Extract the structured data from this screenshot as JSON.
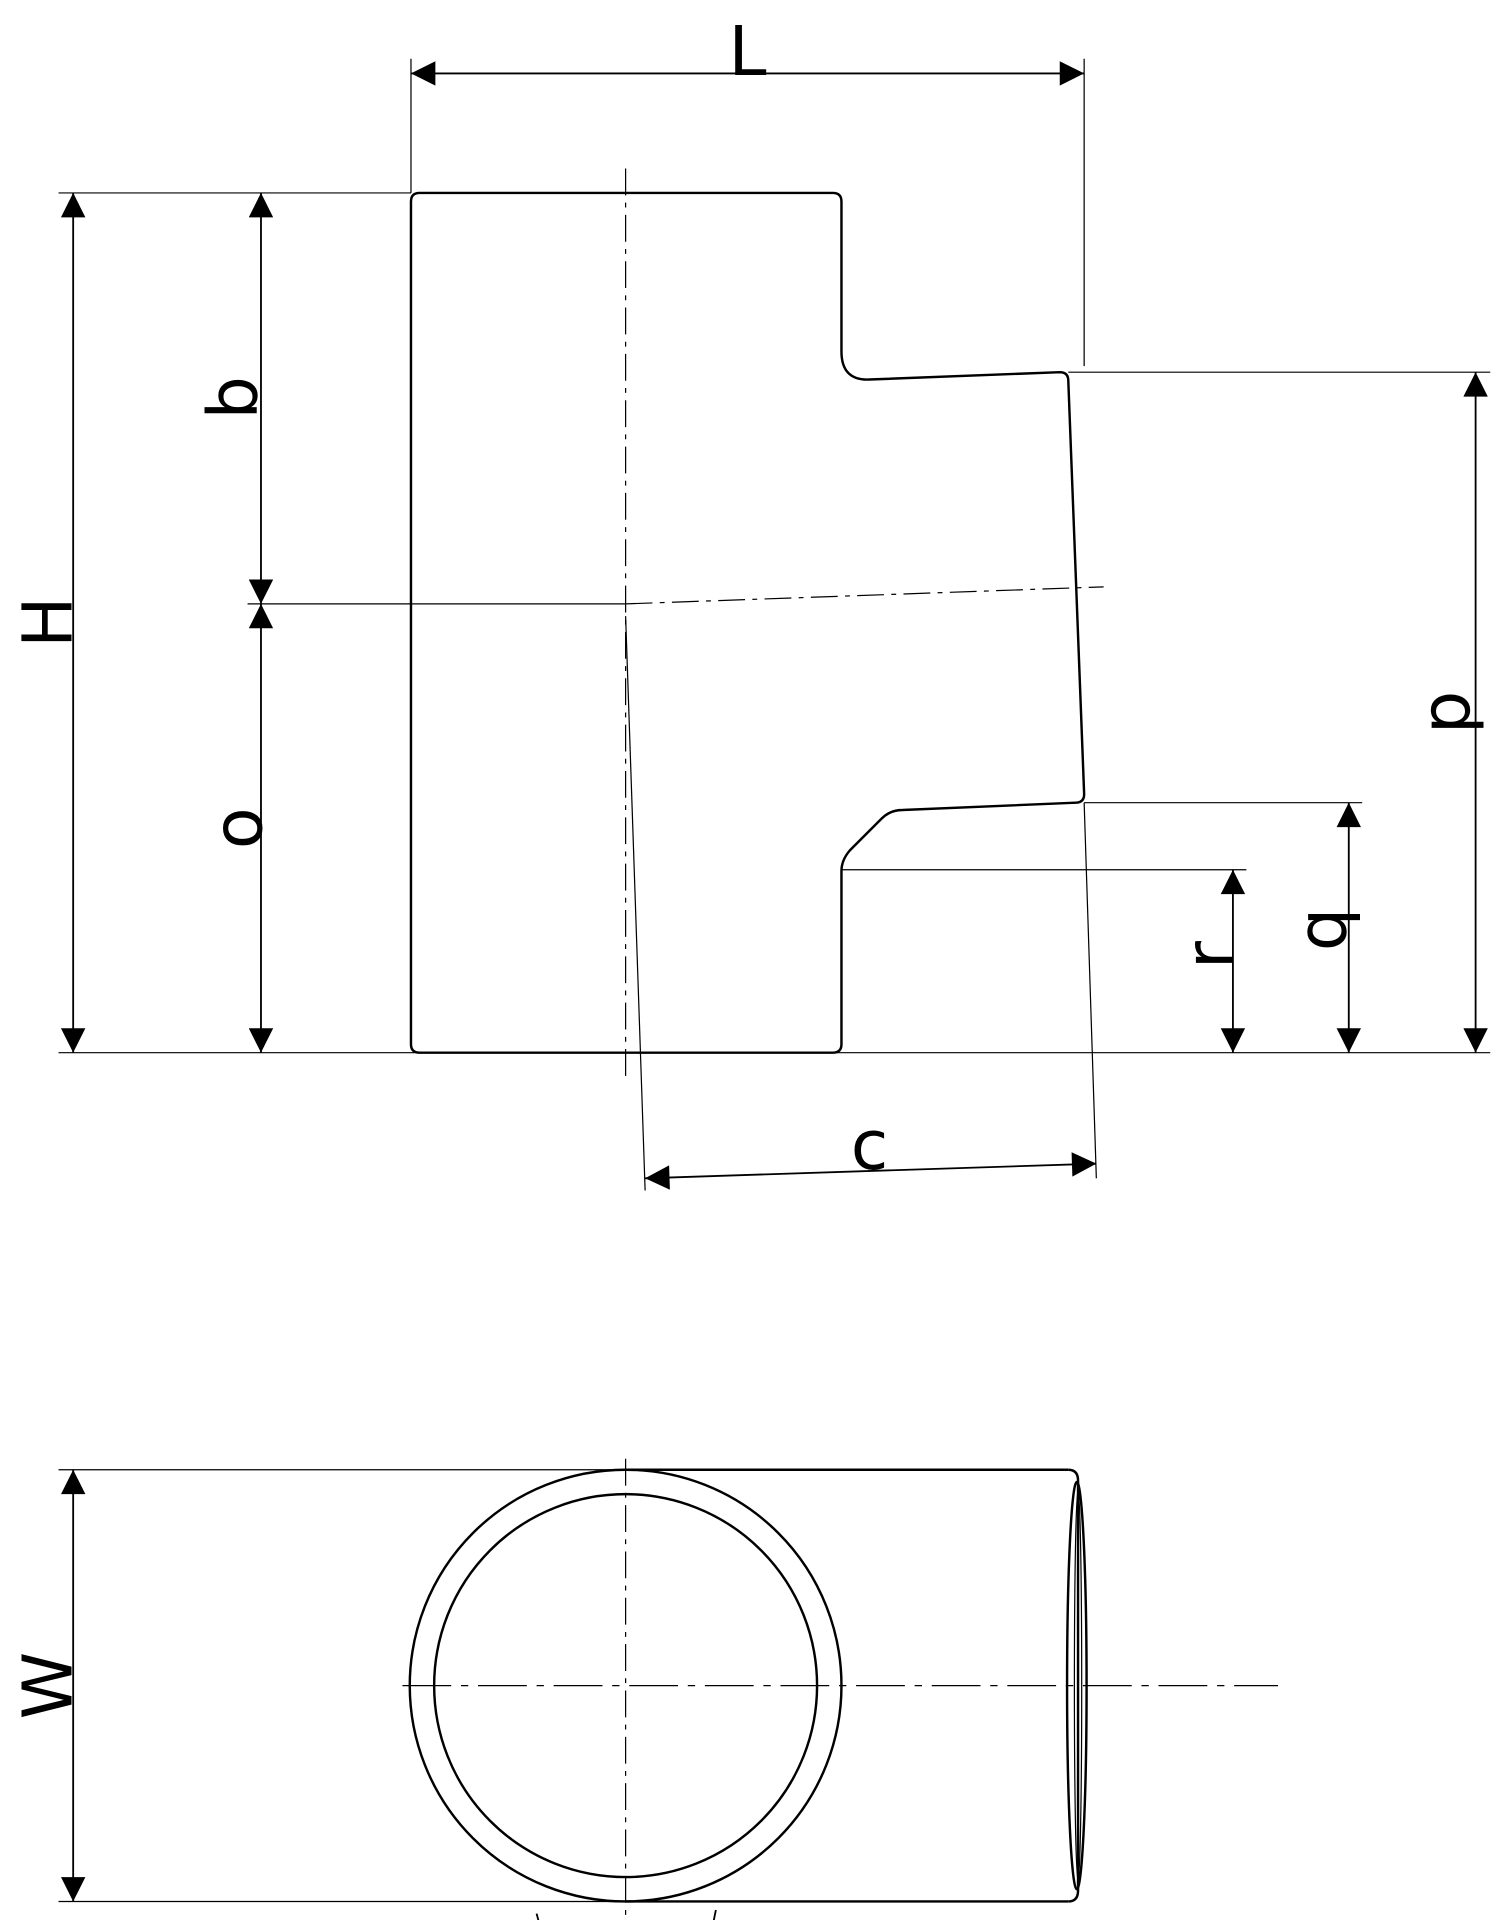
{
  "drawing": {
    "line_color": "#000000",
    "background": "#ffffff",
    "labels": {
      "L": "L",
      "H": "H",
      "b": "b",
      "o": "o",
      "p": "p",
      "q": "q",
      "r": "r",
      "c": "c",
      "W": "W"
    }
  }
}
